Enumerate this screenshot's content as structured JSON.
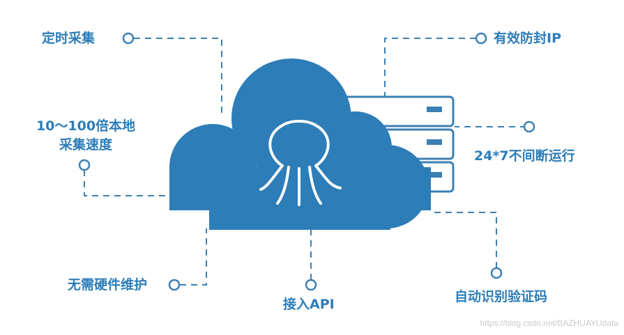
{
  "colors": {
    "accent": "#2d7db8",
    "line": "#3b7fb3",
    "server_fill": "#ffffff"
  },
  "icons": {
    "central": "octopus-logo-icon",
    "backdrop": "server-rack-icon"
  },
  "features": {
    "scheduled": "定时采集",
    "speed_line1": "10～100倍本地",
    "speed_line2": "采集速度",
    "no_hardware": "无需硬件维护",
    "api": "接入API",
    "ip": "有效防封IP",
    "always_on": "24*7不间断运行",
    "captcha": "自动识别验证码"
  },
  "watermark": "https://blog.csdn.net/BAZHUAYUdata"
}
